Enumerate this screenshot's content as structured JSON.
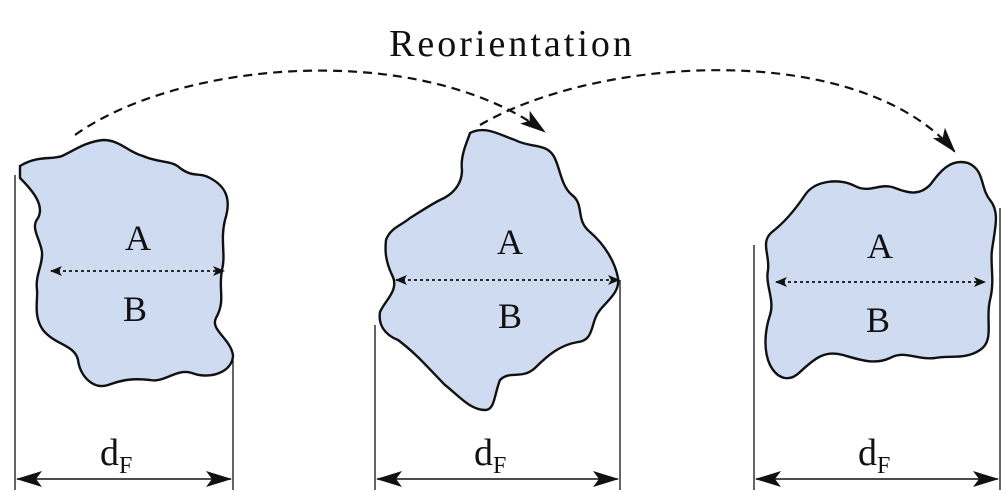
{
  "title": "Reorientation",
  "particles": [
    {
      "upper_label": "A",
      "lower_label": "B",
      "diameter_label": "d",
      "diameter_subscript": "F"
    },
    {
      "upper_label": "A",
      "lower_label": "B",
      "diameter_label": "d",
      "diameter_subscript": "F"
    },
    {
      "upper_label": "A",
      "lower_label": "B",
      "diameter_label": "d",
      "diameter_subscript": "F"
    }
  ],
  "colors": {
    "particle_fill": "#cfdbf0",
    "stroke": "#111111"
  }
}
